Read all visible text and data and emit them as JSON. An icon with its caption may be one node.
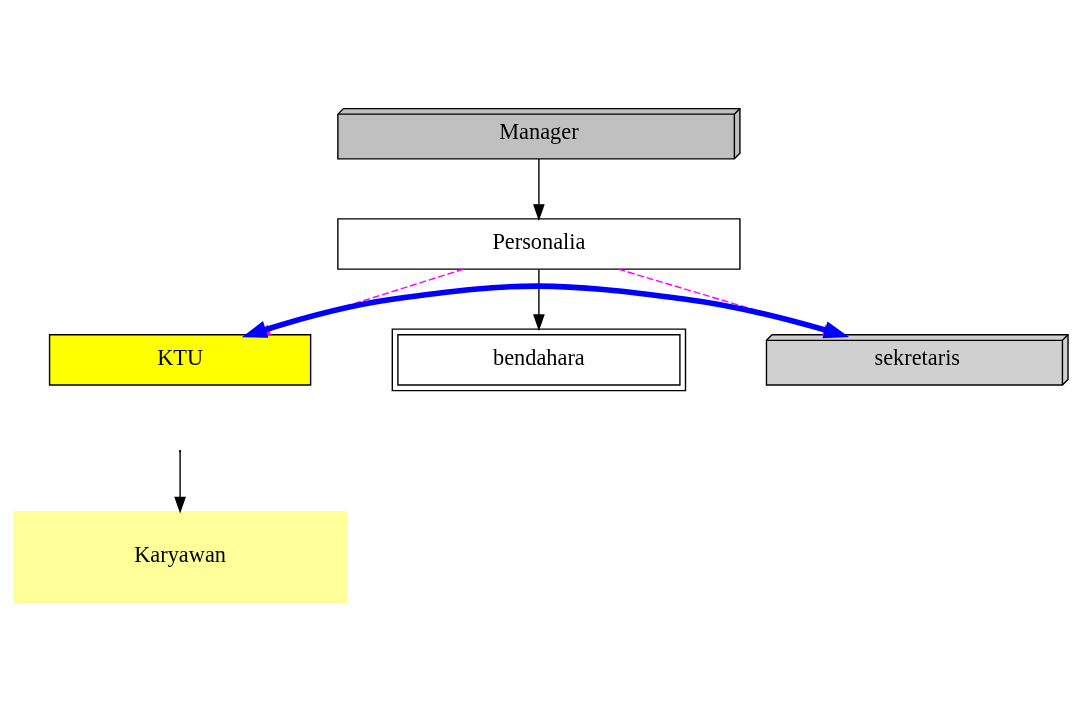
{
  "diagram": {
    "nodes": [
      {
        "text": [
          "Manager"
        ]
      },
      {
        "text": [
          "Personalia"
        ]
      },
      {
        "text": [
          "KTU"
        ]
      },
      {
        "text": [
          "bendahara"
        ]
      },
      {
        "text": [
          "sekretaris"
        ]
      },
      {
        "text": [
          "Karyawan"
        ]
      }
    ],
    "edges": [
      {
        "from": 0,
        "to": 1,
        "arrow": "to"
      },
      {
        "from": 1,
        "to": 2,
        "arrow": "to",
        "style": "dashed",
        "color": "#ff00ff"
      },
      {
        "from": 1,
        "to": 3,
        "arrow": "to"
      },
      {
        "from": 1,
        "to": 4,
        "arrow": "to",
        "style": "dashed",
        "color": "#ff00ff"
      },
      {
        "from": 2,
        "to": 4,
        "arrow": "both",
        "style": "thick",
        "color": "#0000ff"
      },
      {
        "from": null,
        "to": 5,
        "arrow": "to"
      }
    ]
  }
}
